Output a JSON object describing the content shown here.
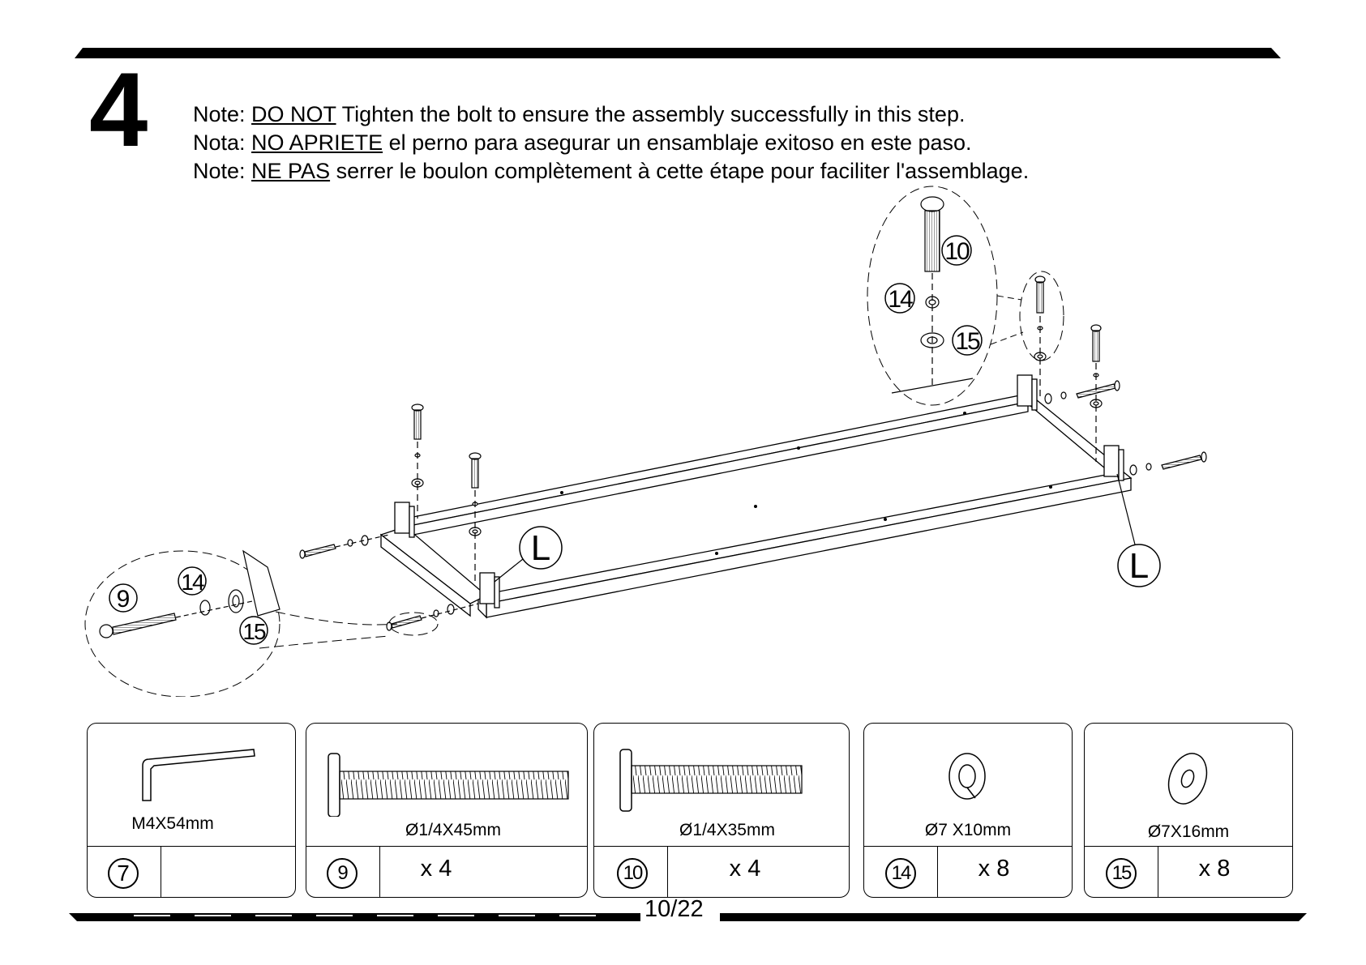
{
  "step": {
    "number": "4"
  },
  "notes": [
    {
      "prefix": "Note: ",
      "emphasis": "DO NOT",
      "rest": " Tighten the bolt to ensure the assembly successfully in this step."
    },
    {
      "prefix": "Nota: ",
      "emphasis": "NO APRIETE",
      "rest": " el perno para asegurar un ensamblaje exitoso en este paso."
    },
    {
      "prefix": "Note: ",
      "emphasis": "NE PAS",
      "rest": " serrer le boulon complètement à cette étape pour faciliter l'assemblage."
    }
  ],
  "diagram": {
    "callouts": {
      "bolt_long": "9",
      "bolt_short": "10",
      "spring_washer": "14",
      "flat_washer": "15"
    },
    "panel_label": "L"
  },
  "parts": [
    {
      "id": "7",
      "spec": "M4X54mm",
      "qty": "",
      "icon": "allen-key-icon"
    },
    {
      "id": "9",
      "spec": "Ø1/4X45mm",
      "qty": "x 4",
      "icon": "long-bolt-icon"
    },
    {
      "id": "10",
      "spec": "Ø1/4X35mm",
      "qty": "x 4",
      "icon": "short-bolt-icon"
    },
    {
      "id": "14",
      "spec": "Ø7 X10mm",
      "qty": "x 8",
      "icon": "spring-washer-icon"
    },
    {
      "id": "15",
      "spec": "Ø7X16mm",
      "qty": "x 8",
      "icon": "flat-washer-icon"
    }
  ],
  "page": {
    "number": "10/22"
  }
}
